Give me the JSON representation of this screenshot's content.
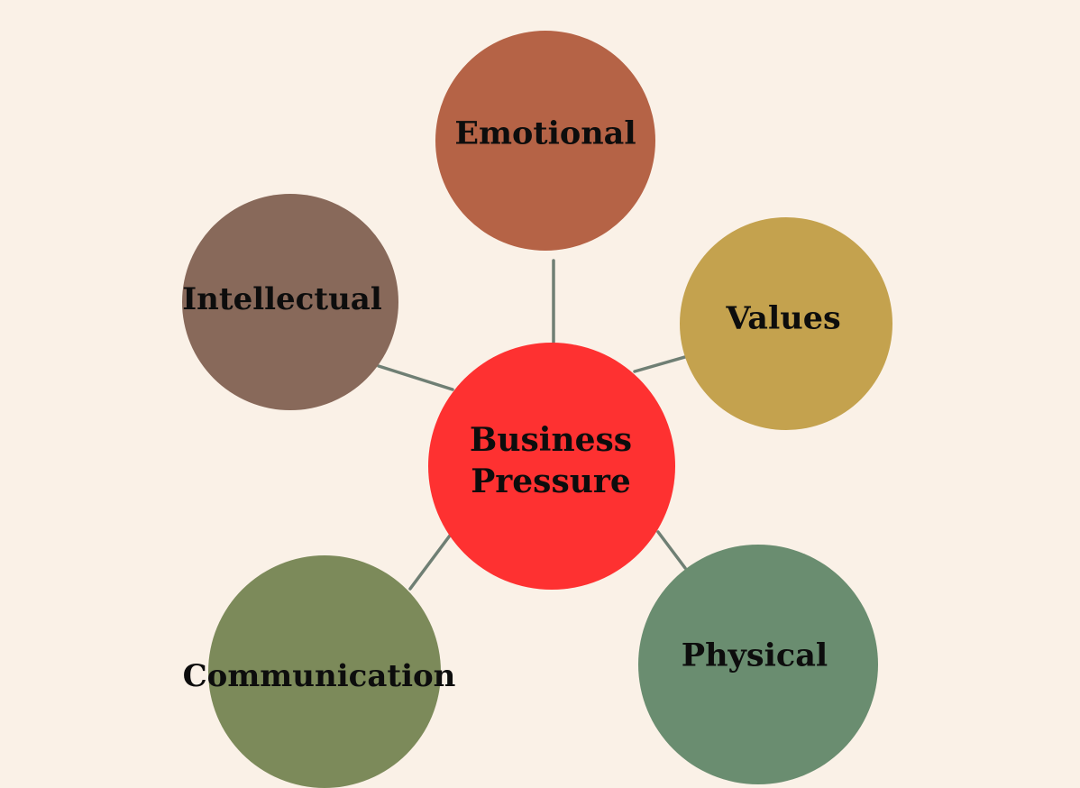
{
  "diagram": {
    "center": {
      "label_line1": "Business",
      "label_line2": "Pressure",
      "color": "#fe3131"
    },
    "nodes": {
      "emotional": {
        "label": "Emotional",
        "color": "#b56346"
      },
      "values": {
        "label": "Values",
        "color": "#c4a24e"
      },
      "intellectual": {
        "label": "Intellectual",
        "color": "#88695a"
      },
      "communication": {
        "label": "Communication",
        "color": "#7c8a5a"
      },
      "physical": {
        "label": "Physical",
        "color": "#6a8d70"
      }
    },
    "connector_color": "#6f7f74",
    "background_color": "#faf1e7"
  }
}
